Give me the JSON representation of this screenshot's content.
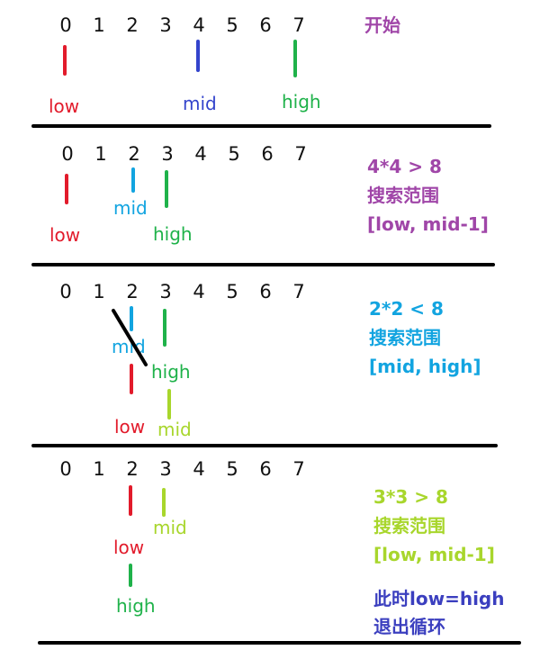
{
  "indices": [
    "0",
    "1",
    "2",
    "3",
    "4",
    "5",
    "6",
    "7"
  ],
  "steps": [
    {
      "labels": {
        "low": "low",
        "mid": "mid",
        "high": "high"
      },
      "note": [
        "开始"
      ]
    },
    {
      "labels": {
        "low": "low",
        "mid": "mid",
        "high": "high"
      },
      "note": [
        "4*4 > 8",
        "搜索范围",
        "[low, mid-1]"
      ]
    },
    {
      "labels": {
        "mid_old": "mid",
        "high": "high",
        "low": "low",
        "mid": "mid"
      },
      "note": [
        "2*2 < 8",
        "搜索范围",
        "[mid, high]"
      ]
    },
    {
      "labels": {
        "mid": "mid",
        "low": "low",
        "high": "high"
      },
      "note": [
        "3*3 > 8",
        "搜索范围",
        "[low, mid-1]"
      ],
      "result": [
        "此时low=high",
        "退出循环"
      ]
    }
  ],
  "colors": {
    "low": "#e21b2b",
    "mid_step1": "#3344cc",
    "high": "#1fb24a",
    "mid_step2": "#12a4e0",
    "mid_step3": "#a8d62c",
    "note1": "#a046a8",
    "note2": "#a046a8",
    "note3": "#12a4e0",
    "note4": "#a8d62c",
    "result": "#3b3fbf"
  }
}
